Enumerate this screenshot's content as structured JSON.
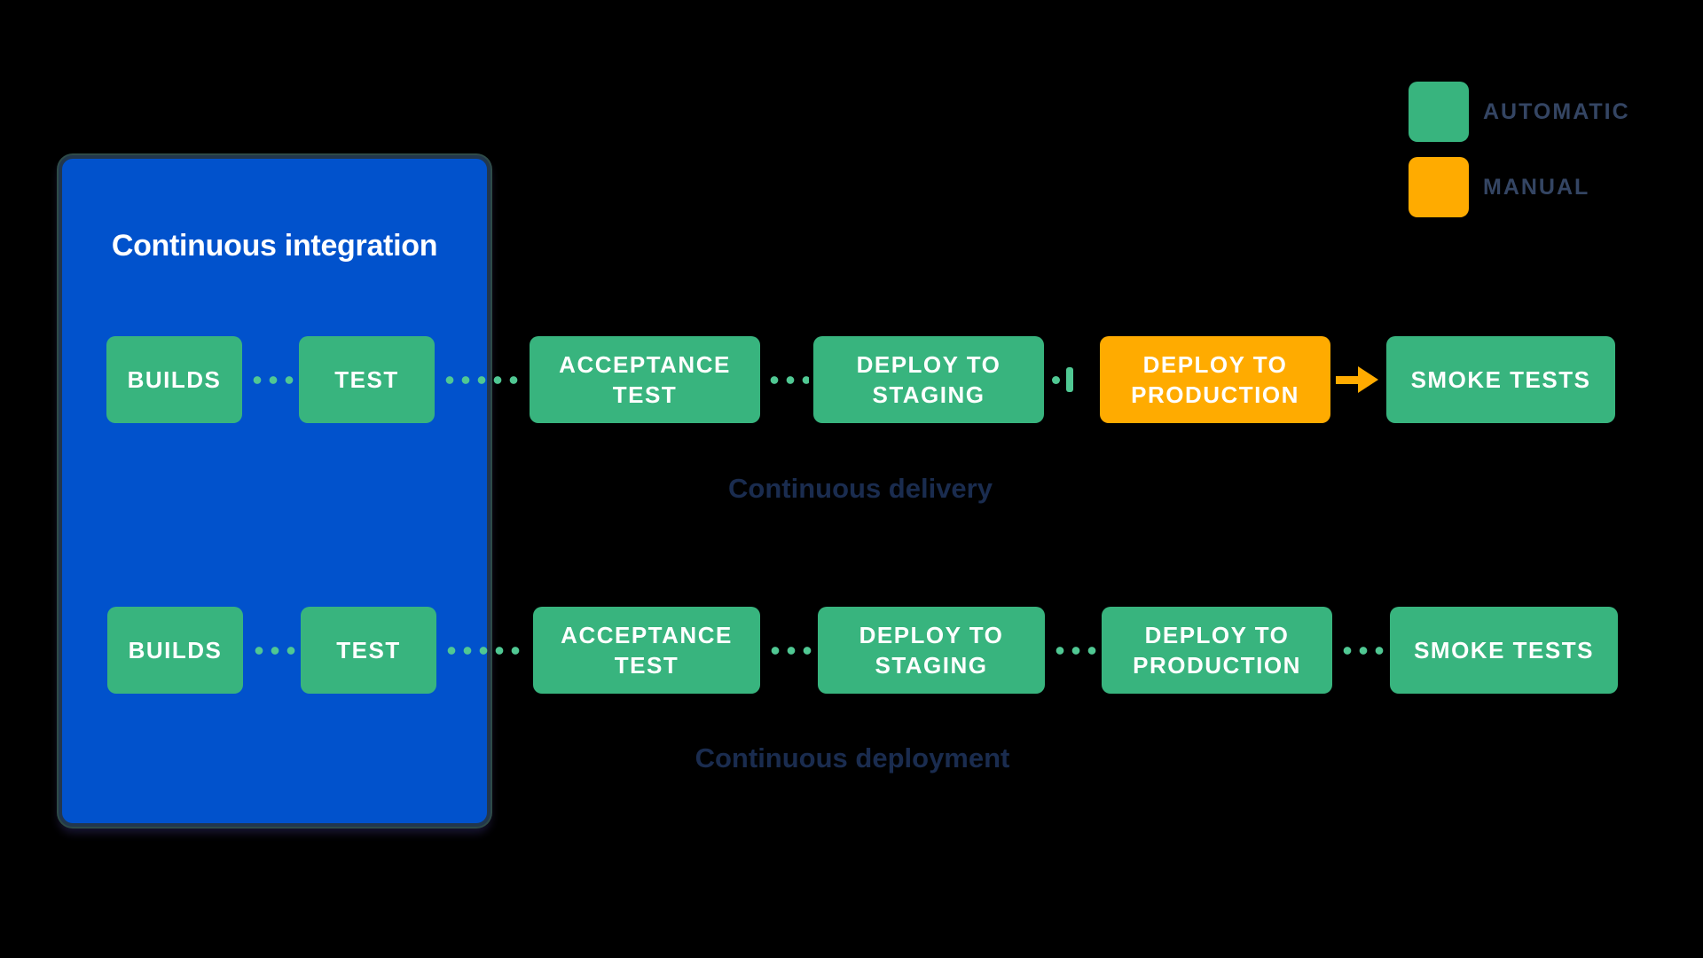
{
  "diagram": {
    "ci_box": {
      "title": "Continuous integration",
      "background_color": "#0152CC"
    },
    "legend": {
      "automatic": {
        "label": "AUTOMATIC",
        "color": "#38B47E"
      },
      "manual": {
        "label": "MANUAL",
        "color": "#FFAB00"
      }
    },
    "delivery": {
      "caption": "Continuous delivery",
      "stages": {
        "builds": "BUILDS",
        "test": "TEST",
        "acceptance": "ACCEPTANCE TEST",
        "staging": "DEPLOY TO STAGING",
        "production": "DEPLOY TO PRODUCTION",
        "smoke": "SMOKE TESTS"
      },
      "production_type": "manual",
      "connectors": [
        "dotted",
        "dotted",
        "dotted",
        "manual-gate",
        "arrow"
      ]
    },
    "deployment": {
      "caption": "Continuous deployment",
      "stages": {
        "builds": "BUILDS",
        "test": "TEST",
        "acceptance": "ACCEPTANCE TEST",
        "staging": "DEPLOY TO STAGING",
        "production": "DEPLOY TO PRODUCTION",
        "smoke": "SMOKE TESTS"
      },
      "production_type": "automatic",
      "connectors": [
        "dotted",
        "dotted",
        "dotted",
        "dotted",
        "dotted"
      ]
    },
    "colors": {
      "automatic": "#38B47E",
      "manual": "#FFAB00",
      "connector_dots": "#50C893",
      "ci_background": "#0152CC",
      "caption_text": "#1A2C4F",
      "legend_text": "#344563"
    }
  }
}
